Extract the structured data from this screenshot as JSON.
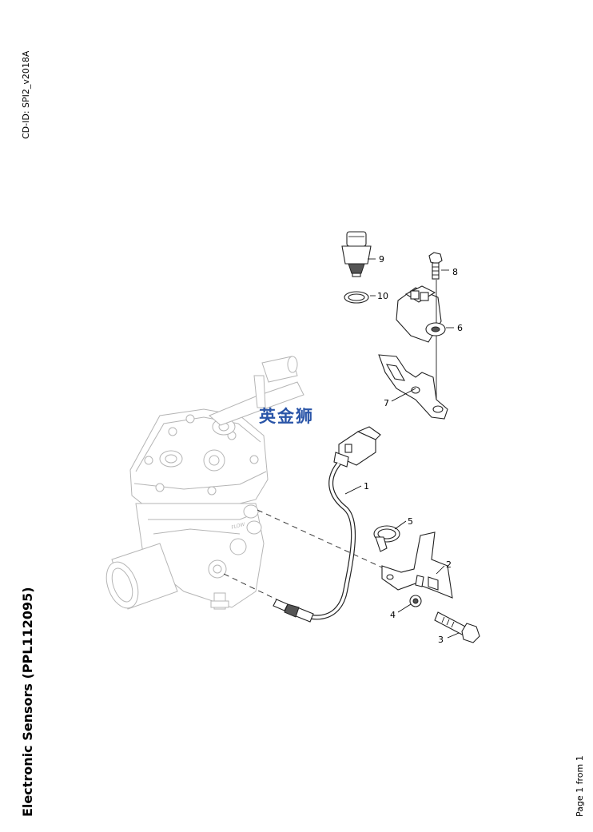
{
  "header": {
    "cd_id": "CD-ID: SPI2_v2018A"
  },
  "title": "Electronic Sensors (PPL112095)",
  "footer": {
    "page_info": "Page 1 from 1"
  },
  "watermark": "英金狮",
  "callouts": {
    "c1": "1",
    "c2": "2",
    "c3": "3",
    "c4": "4",
    "c5": "5",
    "c6": "6",
    "c7": "7",
    "c8": "8",
    "c9": "9",
    "c10": "10"
  },
  "housing_text": "FLOW"
}
